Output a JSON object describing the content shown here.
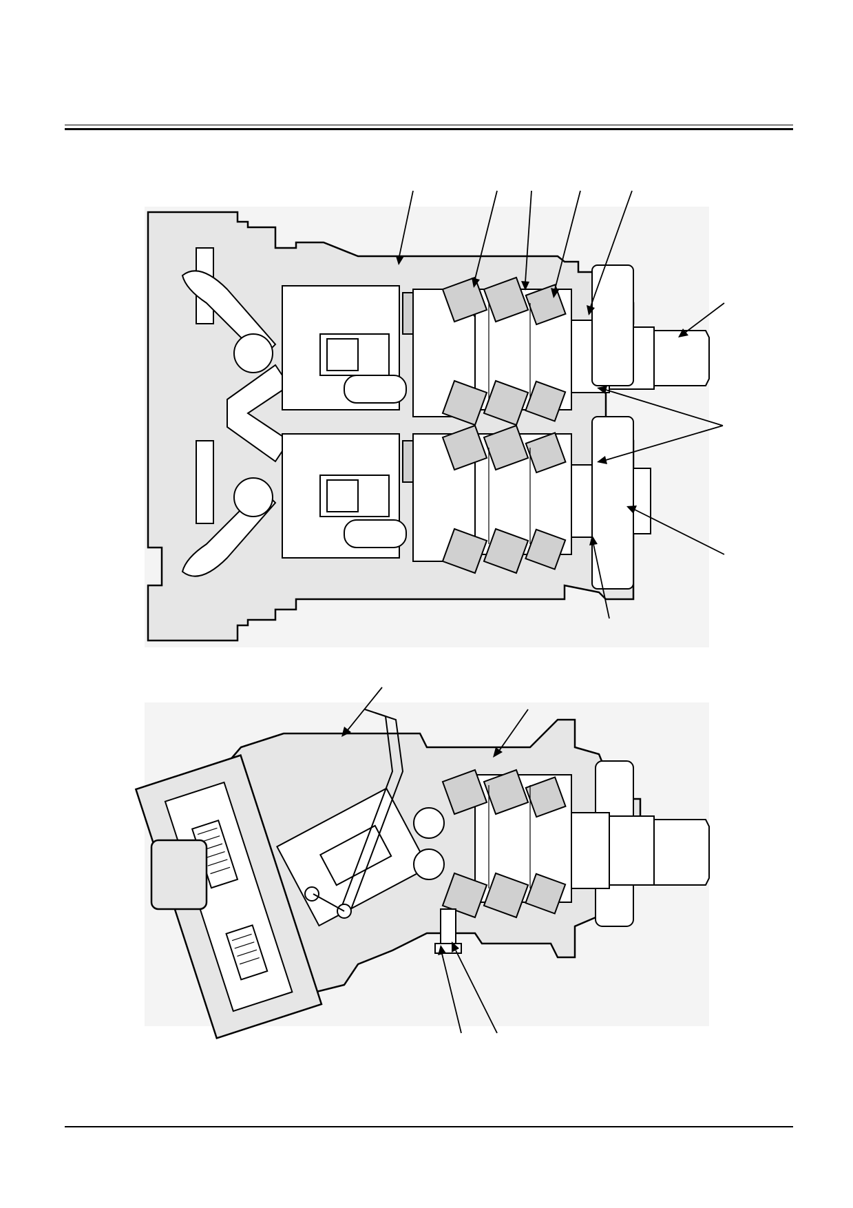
{
  "figure": {
    "upper_view": "sectional-view-double-bore",
    "lower_view": "sectional-view-bent-axis",
    "leaders_upper": 8,
    "leaders_lower": 4
  },
  "colors": {
    "line": "#000000",
    "section_fill": "#e6e6e6",
    "background": "#ffffff"
  }
}
